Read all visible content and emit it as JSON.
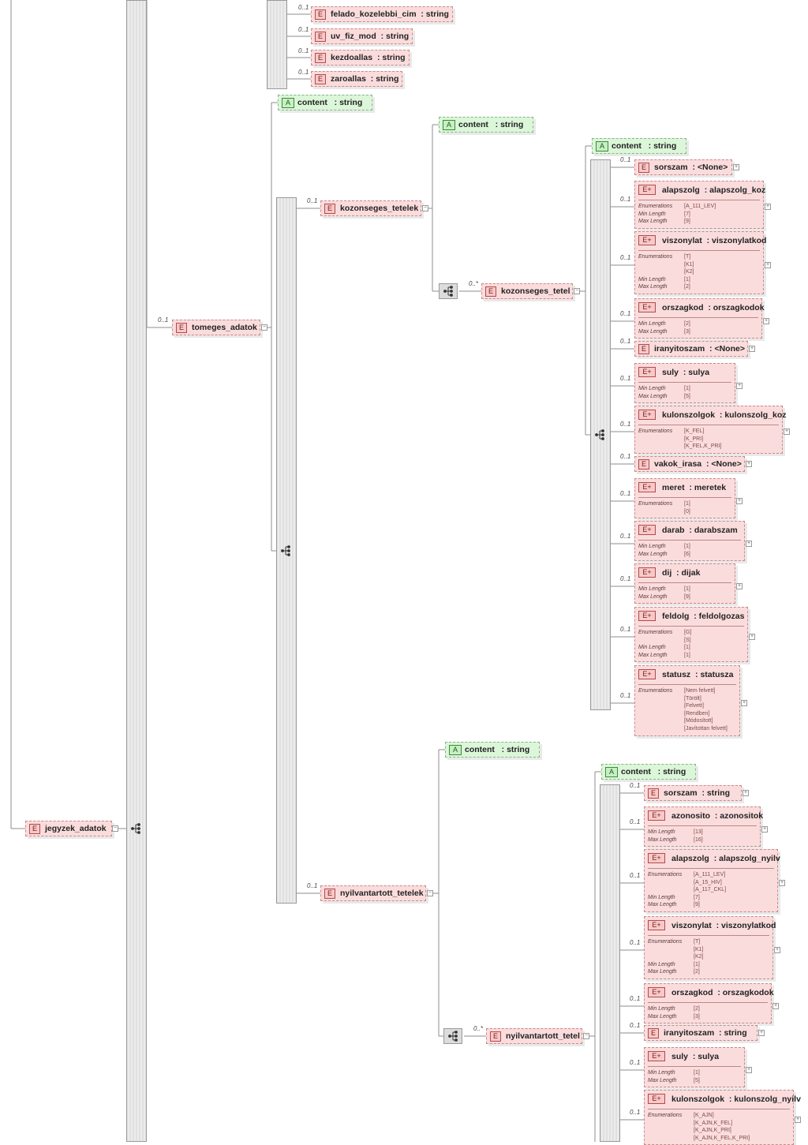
{
  "root": {
    "name": "jegyzek_adatok"
  },
  "top_elements": [
    {
      "name": "felado_kozelebbi_cim",
      "type": "string",
      "card": "0..1"
    },
    {
      "name": "uv_fiz_mod",
      "type": "string",
      "card": "0..1"
    },
    {
      "name": "kezdoallas",
      "type": "string",
      "card": "0..1"
    },
    {
      "name": "zaroallas",
      "type": "string",
      "card": "0..1"
    }
  ],
  "tomeges": {
    "name": "tomeges_adatok",
    "card": "0..1",
    "content": {
      "name": "content",
      "type": "string"
    }
  },
  "kozonseges": {
    "tetelek": {
      "name": "kozonseges_tetelek",
      "card": "0..1"
    },
    "content": {
      "name": "content",
      "type": "string"
    },
    "tetel": {
      "name": "kozonseges_tetel",
      "card": "0..*"
    },
    "tetel_content": {
      "name": "content",
      "type": "string"
    },
    "items": [
      {
        "name": "sorszam",
        "type": "<None>",
        "card": "0..1",
        "kind": "simple"
      },
      {
        "name": "alapszolg",
        "type": "alapszolg_koz",
        "card": "0..1",
        "kind": "complex",
        "facets": [
          {
            "label": "Enumerations",
            "values": [
              "[A_111_LEV]"
            ]
          },
          {
            "label": "Min Length",
            "values": [
              "[7]"
            ]
          },
          {
            "label": "Max Length",
            "values": [
              "[9]"
            ]
          }
        ]
      },
      {
        "name": "viszonylat",
        "type": "viszonylatkod",
        "card": "0..1",
        "kind": "complex",
        "facets": [
          {
            "label": "Enumerations",
            "values": [
              "[T]",
              "[K1]",
              "[K2]"
            ]
          },
          {
            "label": "Min Length",
            "values": [
              "[1]"
            ]
          },
          {
            "label": "Max Length",
            "values": [
              "[2]"
            ]
          }
        ]
      },
      {
        "name": "orszagkod",
        "type": "orszagkodok",
        "card": "0..1",
        "kind": "complex",
        "facets": [
          {
            "label": "Min Length",
            "values": [
              "[2]"
            ]
          },
          {
            "label": "Max Length",
            "values": [
              "[3]"
            ]
          }
        ]
      },
      {
        "name": "iranyitoszam",
        "type": "<None>",
        "card": "0..1",
        "kind": "simple"
      },
      {
        "name": "suly",
        "type": "sulya",
        "card": "0..1",
        "kind": "complex",
        "facets": [
          {
            "label": "Min Length",
            "values": [
              "[1]"
            ]
          },
          {
            "label": "Max Length",
            "values": [
              "[5]"
            ]
          }
        ]
      },
      {
        "name": "kulonszolgok",
        "type": "kulonszolg_koz",
        "card": "0..1",
        "kind": "complex",
        "facets": [
          {
            "label": "Enumerations",
            "values": [
              "[K_FEL]",
              "[K_PRI]",
              "[K_FEL,K_PRI]"
            ]
          }
        ]
      },
      {
        "name": "vakok_irasa",
        "type": "<None>",
        "card": "0..1",
        "kind": "simple"
      },
      {
        "name": "meret",
        "type": "meretek",
        "card": "0..1",
        "kind": "complex",
        "facets": [
          {
            "label": "Enumerations",
            "values": [
              "[1]",
              "[0]"
            ]
          }
        ]
      },
      {
        "name": "darab",
        "type": "darabszam",
        "card": "0..1",
        "kind": "complex",
        "facets": [
          {
            "label": "Min Length",
            "values": [
              "[1]"
            ]
          },
          {
            "label": "Max Length",
            "values": [
              "[6]"
            ]
          }
        ]
      },
      {
        "name": "dij",
        "type": "dijak",
        "card": "0..1",
        "kind": "complex",
        "facets": [
          {
            "label": "Min Length",
            "values": [
              "[1]"
            ]
          },
          {
            "label": "Max Length",
            "values": [
              "[9]"
            ]
          }
        ]
      },
      {
        "name": "feldolg",
        "type": "feldolgozas",
        "card": "0..1",
        "kind": "complex",
        "facets": [
          {
            "label": "Enumerations",
            "values": [
              "[G]",
              "[S]"
            ]
          },
          {
            "label": "Min Length",
            "values": [
              "[1]"
            ]
          },
          {
            "label": "Max Length",
            "values": [
              "[1]"
            ]
          }
        ]
      },
      {
        "name": "statusz",
        "type": "statusza",
        "card": "0..1",
        "kind": "complex",
        "facets": [
          {
            "label": "Enumerations",
            "values": [
              "[Nem felvett]",
              "[Törölt]",
              "[Felvett]",
              "[Rendben]",
              "[Módosított]",
              "[Javítottan felvett]"
            ]
          }
        ]
      }
    ]
  },
  "nyilvantartott": {
    "tetelek": {
      "name": "nyilvantartott_tetelek",
      "card": "0..1"
    },
    "content": {
      "name": "content",
      "type": "string"
    },
    "tetel": {
      "name": "nyilvantartott_tetel",
      "card": "0..*"
    },
    "tetel_content": {
      "name": "content",
      "type": "string"
    },
    "items": [
      {
        "name": "sorszam",
        "type": "string",
        "card": "0..1",
        "kind": "simple"
      },
      {
        "name": "azonosito",
        "type": "azonositok",
        "card": "0..1",
        "kind": "complex",
        "facets": [
          {
            "label": "Min Length",
            "values": [
              "[13]"
            ]
          },
          {
            "label": "Max Length",
            "values": [
              "[16]"
            ]
          }
        ]
      },
      {
        "name": "alapszolg",
        "type": "alapszolg_nyilv",
        "card": "0..1",
        "kind": "complex",
        "facets": [
          {
            "label": "Enumerations",
            "values": [
              "[A_111_LEV]",
              "[A_15_HIV]",
              "[A_117_CKL]"
            ]
          },
          {
            "label": "Min Length",
            "values": [
              "[7]"
            ]
          },
          {
            "label": "Max Length",
            "values": [
              "[9]"
            ]
          }
        ]
      },
      {
        "name": "viszonylat",
        "type": "viszonylatkod",
        "card": "0..1",
        "kind": "complex",
        "facets": [
          {
            "label": "Enumerations",
            "values": [
              "[T]",
              "[K1]",
              "[K2]"
            ]
          },
          {
            "label": "Min Length",
            "values": [
              "[1]"
            ]
          },
          {
            "label": "Max Length",
            "values": [
              "[2]"
            ]
          }
        ]
      },
      {
        "name": "orszagkod",
        "type": "orszagkodok",
        "card": "0..1",
        "kind": "complex",
        "facets": [
          {
            "label": "Min Length",
            "values": [
              "[2]"
            ]
          },
          {
            "label": "Max Length",
            "values": [
              "[3]"
            ]
          }
        ]
      },
      {
        "name": "iranyitoszam",
        "type": "string",
        "card": "0..1",
        "kind": "simple"
      },
      {
        "name": "suly",
        "type": "sulya",
        "card": "0..1",
        "kind": "complex",
        "facets": [
          {
            "label": "Min Length",
            "values": [
              "[1]"
            ]
          },
          {
            "label": "Max Length",
            "values": [
              "[5]"
            ]
          }
        ]
      },
      {
        "name": "kulonszolgok",
        "type": "kulonszolg_nyilv",
        "card": "0..1",
        "kind": "complex",
        "facets": [
          {
            "label": "Enumerations",
            "values": [
              "[K_AJN]",
              "[K_AJN,K_FEL]",
              "[K_AJN,K_PRI]",
              "[K_AJN,K_FEL,K_PRI]"
            ]
          }
        ]
      }
    ]
  }
}
